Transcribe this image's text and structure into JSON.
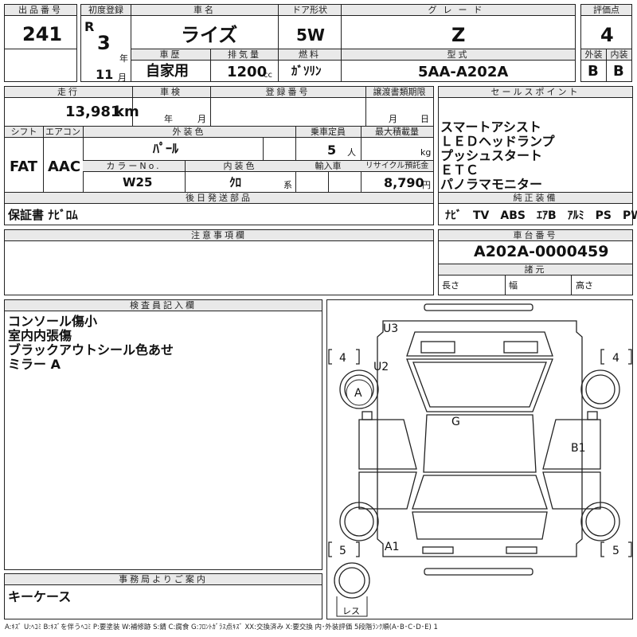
{
  "header": {
    "lot_no_label": "出品番号",
    "lot_no": "241",
    "first_reg_label": "初度登録",
    "era": "R",
    "year": "3",
    "year_unit": "年",
    "month": "11",
    "month_unit": "月",
    "car_name_label": "車名",
    "car_name": "ライズ",
    "history_label": "車歴",
    "history": "自家用",
    "displacement_label": "排気量",
    "displacement": "1200",
    "displacement_unit": "cc",
    "door_label": "ドア形状",
    "door": "5W",
    "fuel_label": "燃料",
    "fuel": "ｶﾞｿﾘﾝ",
    "grade_label": "グレード",
    "grade": "Z",
    "model_label": "型式",
    "model": "5AA-A202A",
    "score_label": "評価点",
    "score": "4",
    "ext_label": "外装",
    "ext": "B",
    "int_label": "内装",
    "int": "B"
  },
  "row2": {
    "mileage_label": "走行",
    "mileage": "13,981",
    "mileage_unit": "km",
    "inspection_label": "車検",
    "insp_year_unit": "年",
    "insp_month_unit": "月",
    "regno_label": "登録番号",
    "transfer_label": "譲渡書類期限",
    "transfer_month_unit": "月",
    "transfer_day_unit": "日",
    "shift_label": "シフト",
    "shift": "FAT",
    "ac_label": "エアコン",
    "ac": "AAC",
    "color_label": "外装色",
    "color": "ﾊﾟｰﾙ",
    "capacity_label": "乗車定員",
    "capacity": "5",
    "capacity_unit": "人",
    "load_label": "最大積載量",
    "load_unit": "kg",
    "color_no_label": "カラーNo.",
    "color_no": "W25",
    "int_color_label": "内装色",
    "int_color": "ｸﾛ",
    "int_color_unit": "系",
    "import_label": "輸入車",
    "recycle_label": "リサイクル預託金",
    "recycle": "8,790",
    "recycle_unit": "円",
    "later_label": "後日発送部品",
    "later": "保証書 ﾅﾋﾞﾛﾑ"
  },
  "sales": {
    "label": "セールスポイント",
    "items": [
      "スマートアシスト",
      "ＬＥＤヘッドランプ",
      "プッシュスタート",
      "ＥＴＣ",
      "パノラマモニター"
    ],
    "equip_label": "純正装備",
    "equip": "ﾅﾋﾞ　TV　ABS　ｴｱB　ｱﾙﾐ　PS　PW"
  },
  "notes": {
    "label": "注意事項欄",
    "text": ""
  },
  "chassis": {
    "label": "車台番号",
    "number": "A202A-0000459",
    "spec_label": "諸元",
    "length_label": "長さ",
    "width_label": "幅",
    "height_label": "高さ"
  },
  "inspector": {
    "label": "検査員記入欄",
    "lines": [
      "コンソール傷小",
      "室内内張傷",
      "ブラックアウトシール色あせ",
      "ミラー A"
    ]
  },
  "office": {
    "label": "事務局よりご案内",
    "text": "キーケース"
  },
  "diagram": {
    "tire_fl": "4",
    "tire_fr": "4",
    "tire_rl": "5",
    "tire_rr": "5",
    "marks": [
      "U3",
      "U2",
      "A",
      "G",
      "B1",
      "A1"
    ],
    "spare_label": "レス"
  },
  "legend": "A:ｷｽﾞ U:ﾍｺﾐ B:ｷｽﾞを伴うﾍｺﾐ P:要塗装 W:補修跡 S:錆 C:腐食 G:ﾌﾛﾝﾄｶﾞﾗｽ点ｷｽﾞ XX:交換済み X:要交換 内･外装評価 5段階ﾗﾝｸ順(A･B･C･D･E) 1"
}
